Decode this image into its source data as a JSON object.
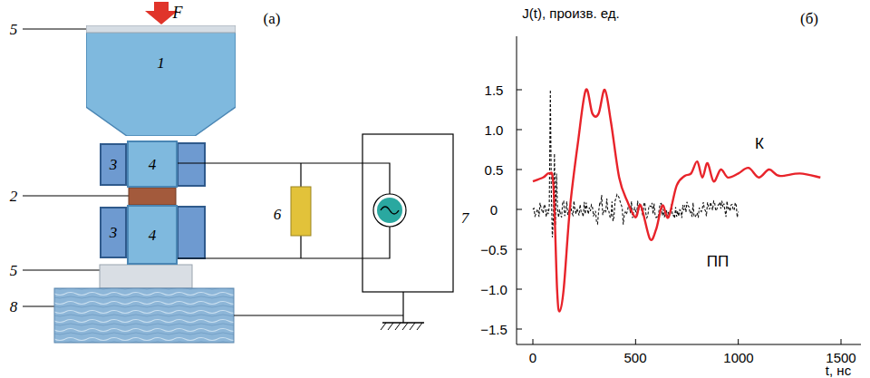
{
  "diagram": {
    "nodes": [
      {
        "text": [
          "1"
        ]
      },
      {
        "text": [
          "3"
        ]
      },
      {
        "text": [
          "3"
        ]
      },
      {
        "text": [
          "4"
        ]
      },
      {
        "text": [
          "4"
        ]
      }
    ],
    "labels": [
      "F",
      "(а)",
      "5",
      "2",
      "5",
      "6",
      "7",
      "8",
      "(б)",
      "J(t), произв. ед.",
      "1.5",
      "1.0",
      "0.5",
      "0",
      "−0.5",
      "−1.0",
      "−1.5",
      "0",
      "500",
      "1000",
      "1500",
      "t, нс",
      "К",
      "ПП"
    ]
  }
}
